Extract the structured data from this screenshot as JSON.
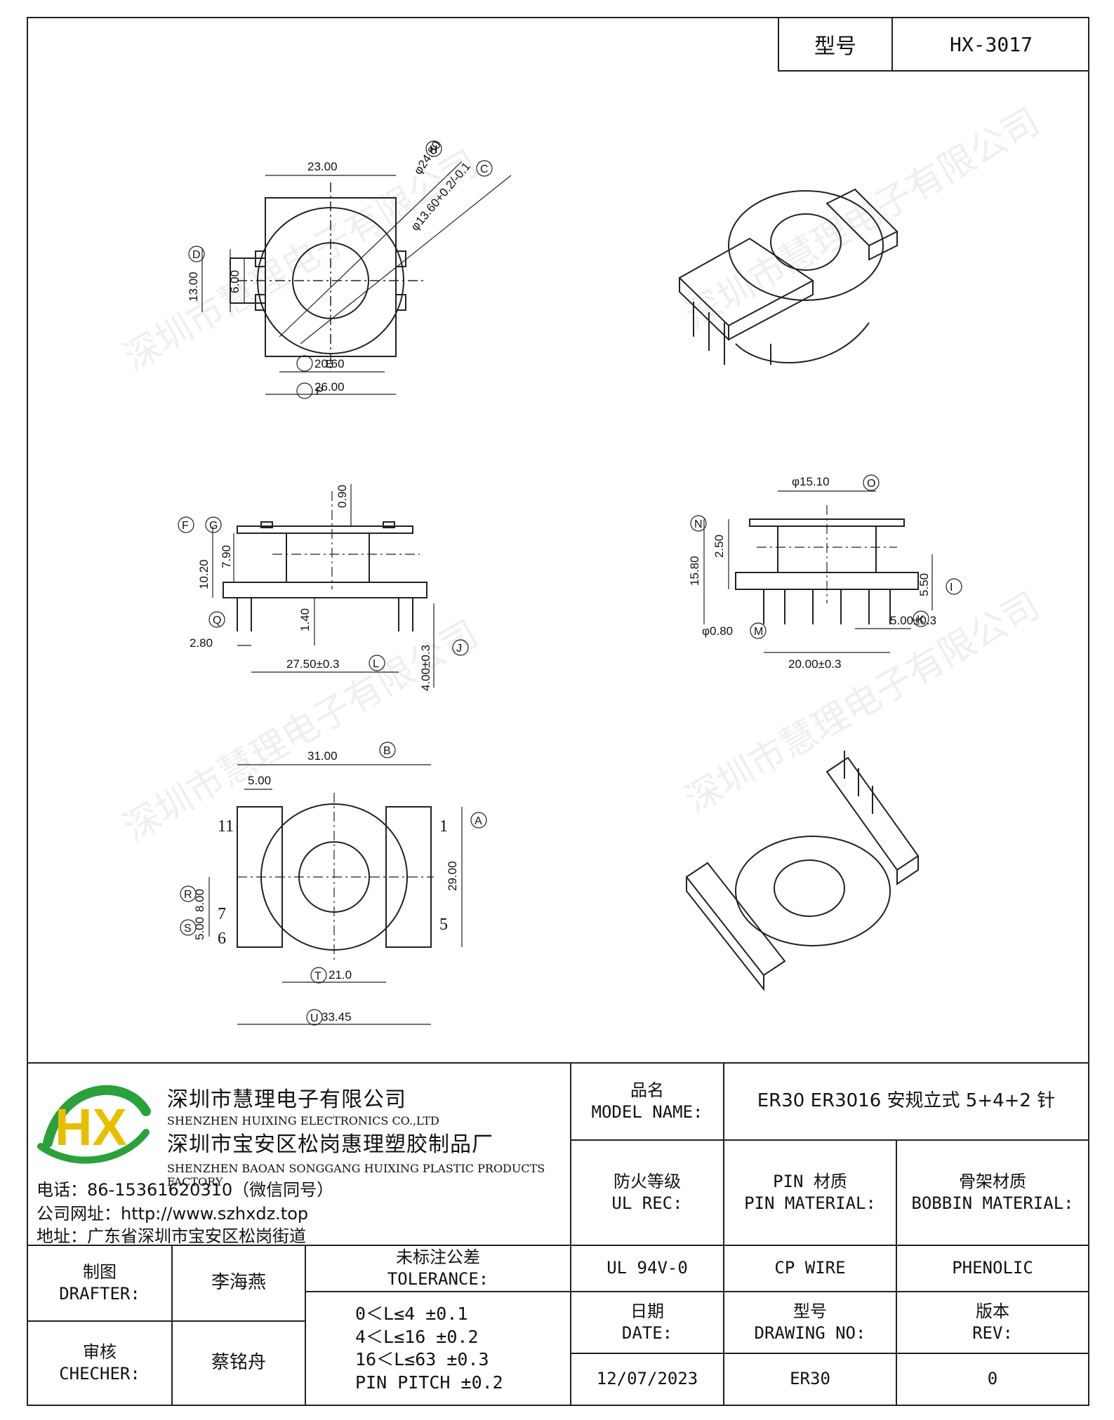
{
  "header": {
    "model_label": "型号",
    "model_value": "HX-3017"
  },
  "watermark_text": "深圳市慧理电子有限公司",
  "dims": {
    "top_view": {
      "d23": "23.00",
      "dia2480": "φ24.80",
      "dia1360": "φ13.60+0.2/-0.1",
      "d13": "13.00",
      "d6": "6.00",
      "d2060": "20.60",
      "d26": "26.00",
      "lbl_H": "H",
      "lbl_C": "C",
      "lbl_D": "D",
      "lbl_E": "E",
      "lbl_P": "P"
    },
    "side_view": {
      "d090": "0.90",
      "d1020": "10.20",
      "d790": "7.90",
      "d140": "1.40",
      "d280": "2.80",
      "d2750": "27.50±0.3",
      "d400": "4.00±0.3",
      "lbl_F": "F",
      "lbl_G": "G",
      "lbl_Q": "Q",
      "lbl_L": "L",
      "lbl_J": "J"
    },
    "front_view": {
      "d1510": "φ15.10",
      "d1580": "15.80",
      "d250": "2.50",
      "d550": "5.50",
      "d080": "φ0.80",
      "d500": "5.00±0.3",
      "d2000": "20.00±0.3",
      "lbl_O": "O",
      "lbl_N": "N",
      "lbl_I": "I",
      "lbl_M": "M",
      "lbl_K": "K"
    },
    "bottom_view": {
      "d3100": "31.00",
      "d500": "5.00",
      "d2900": "29.00",
      "d800": "8.00",
      "d500b": "5.00",
      "d210": "21.0",
      "d3345": "33.45",
      "lbl_B": "B",
      "lbl_A": "A",
      "lbl_R": "R",
      "lbl_S": "S",
      "lbl_T": "T",
      "lbl_U": "U",
      "pin11": "11",
      "pin1": "1",
      "pin7": "7",
      "pin6": "6",
      "pin5": "5"
    }
  },
  "company": {
    "name_cn": "深圳市慧理电子有限公司",
    "name_en": "SHENZHEN HUIXING ELECTRONICS CO.,LTD",
    "factory_cn": "深圳市宝安区松岗惠理塑胶制品厂",
    "factory_en": "SHENZHEN BAOAN SONGGANG HUIXING PLASTIC PRODUCTS FACTORY",
    "phone": "电话：86-15361620310（微信同号）",
    "website": "公司网址：http://www.szhxdz.top",
    "address": "地址：广东省深圳市宝安区松岗街道",
    "logo_text": "HX",
    "colors": {
      "green": "#2aa13a",
      "yellow": "#e6c000"
    }
  },
  "title_block": {
    "model_name_cn": "品名",
    "model_name_en": "MODEL NAME:",
    "model_name_value": "ER30 ER3016 安规立式 5+4+2 针",
    "ul_cn": "防火等级",
    "ul_en": "UL REC:",
    "pin_cn": "PIN 材质",
    "pin_en": "PIN MATERIAL:",
    "bobbin_cn": "骨架材质",
    "bobbin_en": "BOBBIN MATERIAL:",
    "ul_value": "UL 94V-0",
    "pin_value": "CP WIRE",
    "bobbin_value": "PHENOLIC",
    "drafter_cn": "制图",
    "drafter_en": "DRAFTER:",
    "drafter_value": "李海燕",
    "checker_cn": "审核",
    "checker_en": "CHECHER:",
    "checker_value": "蔡铭舟",
    "tol_cn": "未标注公差",
    "tol_en": "TOLERANCE:",
    "tol_lines": [
      "0＜L≤4   ±0.1",
      "4＜L≤16  ±0.2",
      "16＜L≤63  ±0.3",
      "PIN PITCH ±0.2"
    ],
    "date_cn": "日期",
    "date_en": "DATE:",
    "date_value": "12/07/2023",
    "dwg_cn": "型号",
    "dwg_en": "DRAWING NO:",
    "dwg_value": "ER30",
    "rev_cn": "版本",
    "rev_en": "REV:",
    "rev_value": "0"
  }
}
